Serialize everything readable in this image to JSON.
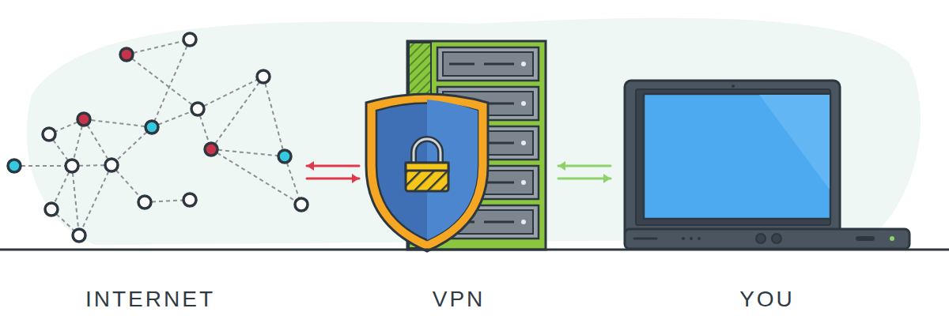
{
  "diagram": {
    "nodes": [
      {
        "text": [
          "INTERNET"
        ]
      },
      {
        "text": [
          "VPN"
        ]
      },
      {
        "text": [
          "YOU"
        ]
      }
    ],
    "edges": [
      {
        "from": 0,
        "to": 1,
        "arrow": "both"
      },
      {
        "from": 1,
        "to": 2,
        "arrow": "both"
      }
    ]
  }
}
